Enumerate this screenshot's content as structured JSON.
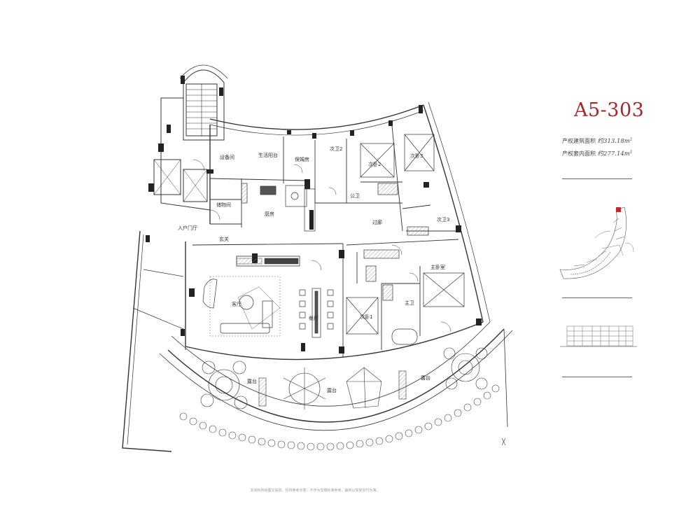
{
  "unit": {
    "code": "A5-303",
    "gross_area_label": "产权建筑面积",
    "gross_area_value": "约313.18",
    "net_area_label": "产权套内面积",
    "net_area_value": "约277.14",
    "area_unit": "m",
    "area_unit_sup": "2"
  },
  "rooms": {
    "equipment": "设备间",
    "utility_balcony": "生活阳台",
    "nanny_room": "保姆房",
    "bath2": "次卫2",
    "bedroom2": "次卧2",
    "bedroom3": "次卧3",
    "public_bath": "公卫",
    "bath3": "次卫3",
    "storage": "储物间",
    "kitchen": "厨房",
    "corridor": "过廊",
    "entrance_hall": "入户门厅",
    "foyer": "玄关",
    "master_bedroom": "主卧室",
    "master_bath": "主卫",
    "living_room": "客厅",
    "dining_room": "餐厅",
    "bedroom1": "次卧1",
    "terrace_left": "露台",
    "terrace_mid": "露台",
    "terrace_right": "露台"
  },
  "disclaimer": "本资料所绘图文信息，仅供参考示意，不作为交楼标准参考，最终以实际交付为准。",
  "colors": {
    "title": "#a3282c",
    "line": "#333333",
    "marker": "#c0282c"
  }
}
